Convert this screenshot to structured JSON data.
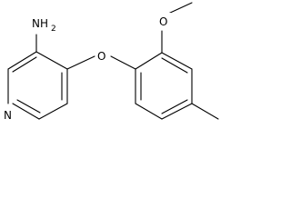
{
  "molecule": {
    "labels": {
      "amine": "NH2",
      "amine_main": "NH",
      "amine_subscript": "2",
      "ether_oxygen": "O",
      "methoxy_oxygen": "O",
      "pyridine_nitrogen": "N"
    },
    "colors": {
      "bond": "#000000",
      "label": "#000000",
      "background": "#ffffff"
    }
  }
}
